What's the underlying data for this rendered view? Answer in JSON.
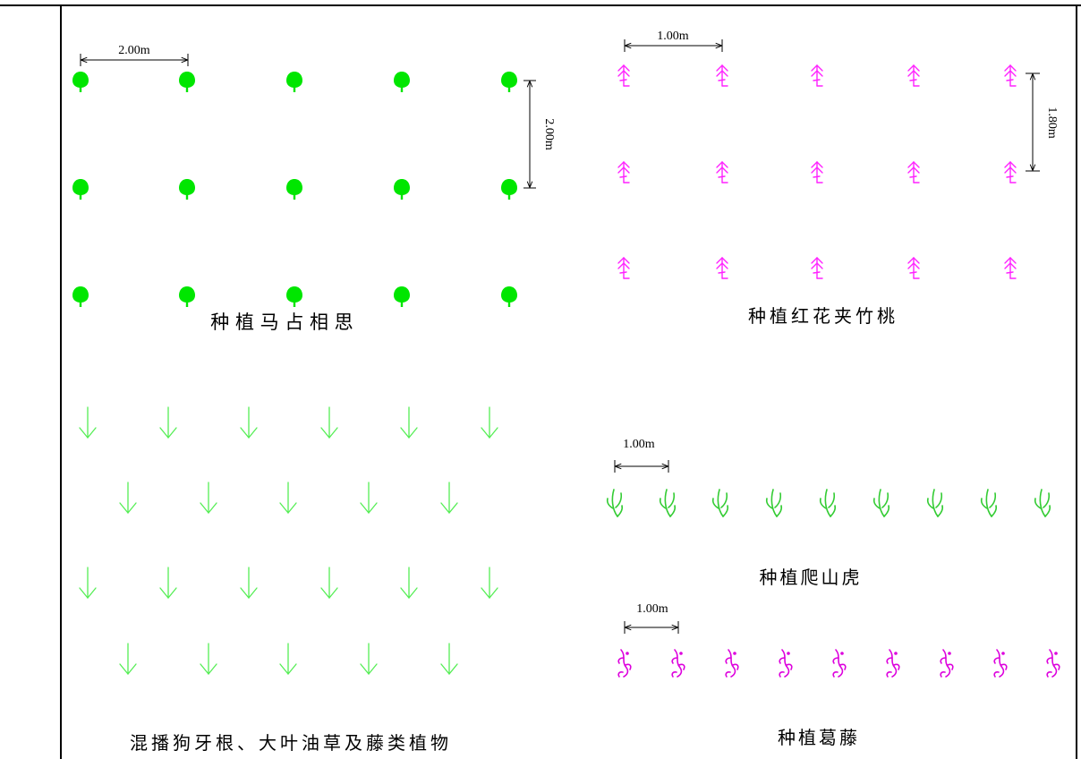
{
  "colors": {
    "frame": "#000000",
    "dimension": "#000000",
    "tree": "#00e600",
    "shrub": "#ff22ff",
    "grass": "#55ee55",
    "vine_green": "#33cc33",
    "vine_magenta": "#dd00dd"
  },
  "panels": {
    "acacia": {
      "title": "种 植 马 占 相 思",
      "icon": "tree-icon",
      "dim_horizontal": "2.00m",
      "dim_vertical": "2.00m"
    },
    "oleander": {
      "title": "种植红花夹竹桃",
      "icon": "shrub-icon",
      "dim_horizontal": "1.00m",
      "dim_vertical": "1.80m"
    },
    "grass_mix": {
      "title": "混播狗牙根、大叶油草及藤类植物",
      "icon": "grass-arrow-icon"
    },
    "creeper": {
      "title": "种植爬山虎",
      "icon": "creeper-icon",
      "dim_horizontal": "1.00m"
    },
    "kudzu": {
      "title": "种植葛藤",
      "icon": "kudzu-icon",
      "dim_horizontal": "1.00m"
    }
  }
}
